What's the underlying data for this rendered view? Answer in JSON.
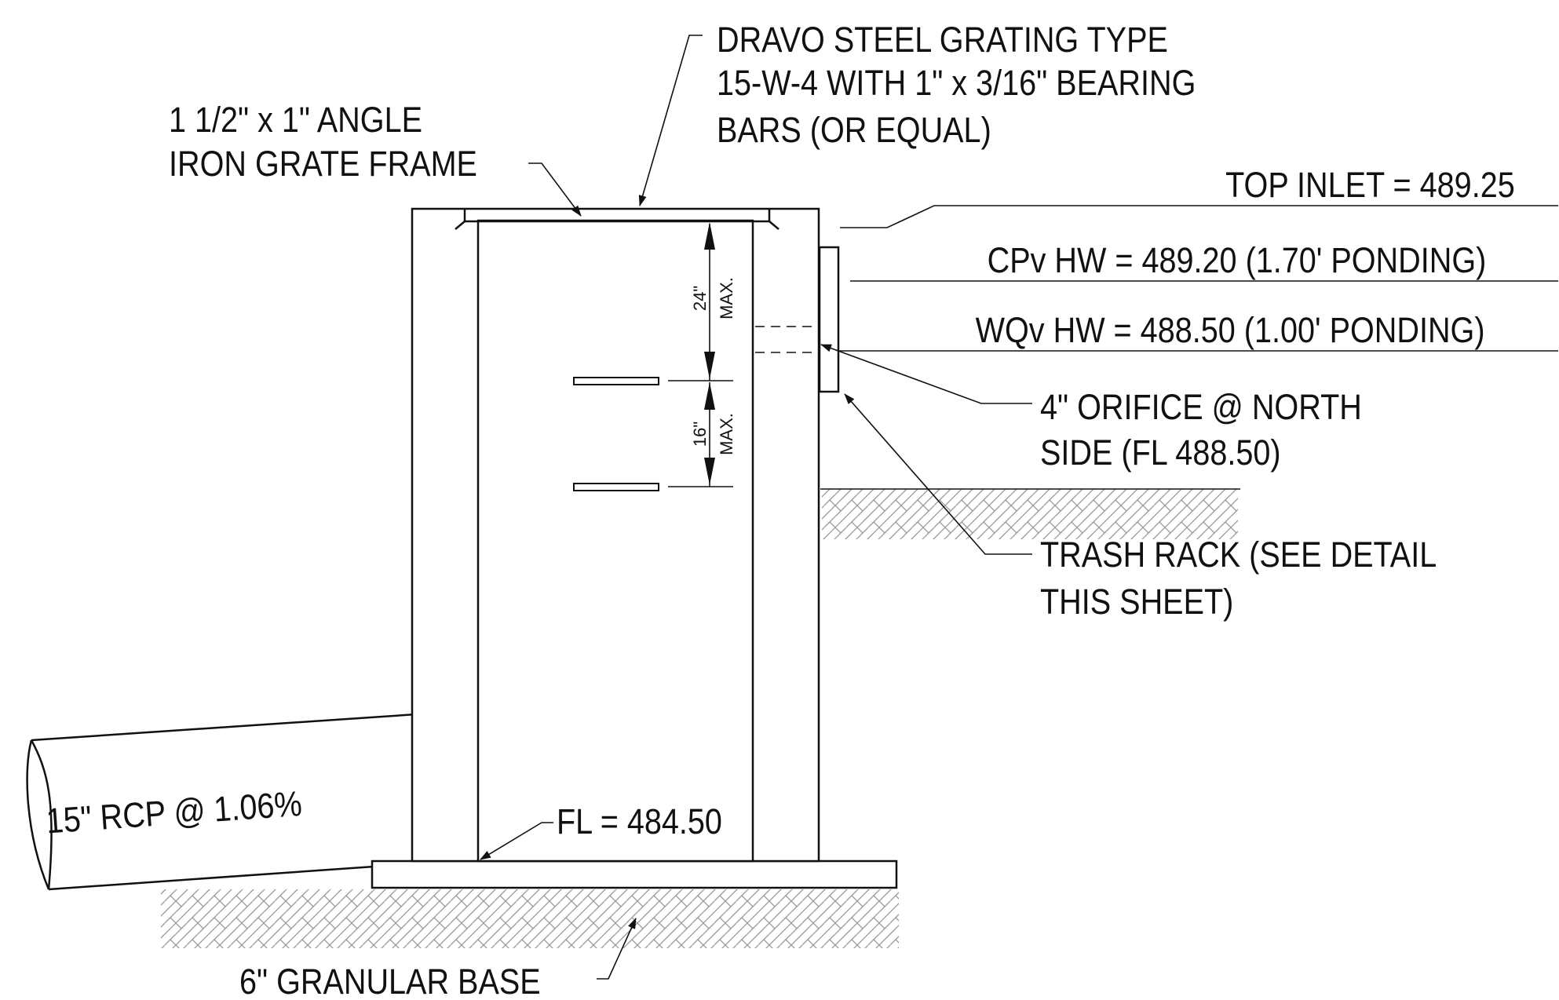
{
  "labels": {
    "grating_line1": "DRAVO STEEL GRATING TYPE",
    "grating_line2": "15-W-4 WITH 1\" x 3/16\" BEARING",
    "grating_line3": "BARS (OR EQUAL)",
    "frame_line1": "1 1/2\" x 1\" ANGLE",
    "frame_line2": "IRON GRATE FRAME",
    "top_inlet": "TOP INLET = 489.25",
    "cpv_hw": "CPv HW = 489.20 (1.70' PONDING)",
    "wqv_hw": "WQv HW = 488.50 (1.00' PONDING)",
    "orifice_line1": "4\" ORIFICE  @ NORTH",
    "orifice_line2": "SIDE (FL 488.50)",
    "trash_rack_line1": "TRASH RACK (SEE DETAIL",
    "trash_rack_line2": "THIS SHEET)",
    "pipe": "15\" RCP @ 1.06%",
    "flowline": "FL = 484.50",
    "base": "6\" GRANULAR BASE"
  },
  "dimensions": {
    "upper_value": "24\"",
    "upper_note": "MAX.",
    "lower_value": "16\"",
    "lower_note": "MAX."
  }
}
